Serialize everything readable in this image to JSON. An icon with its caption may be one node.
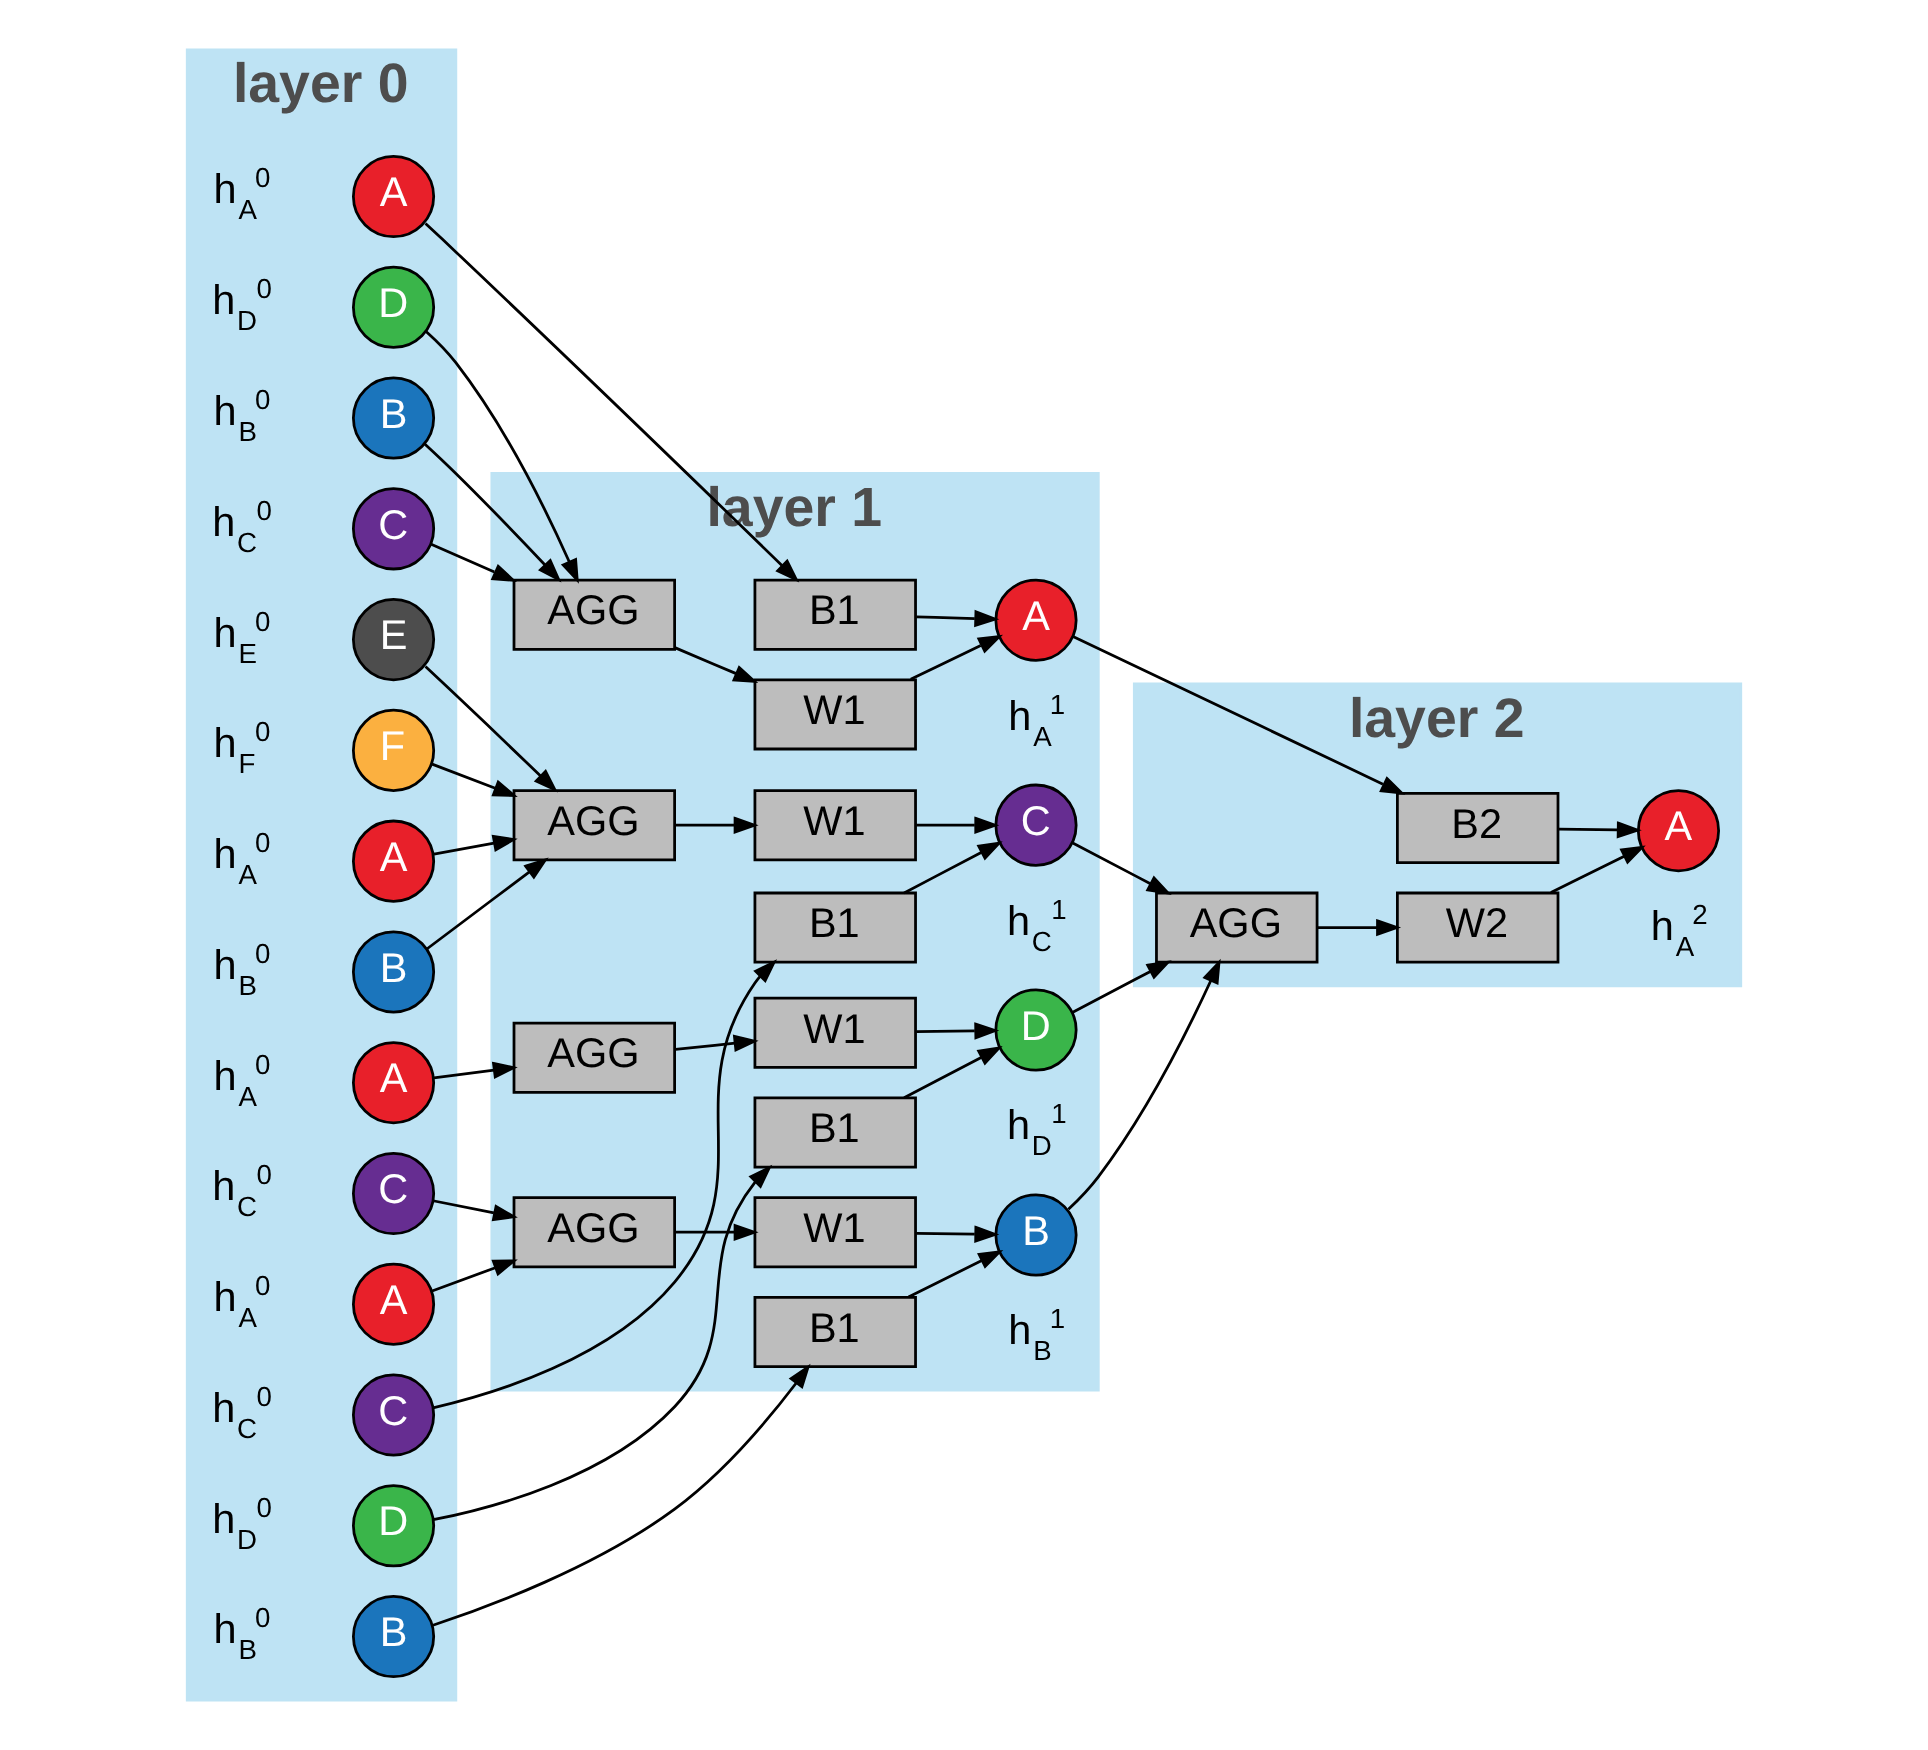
{
  "diagram": {
    "nodes": [
      {
        "text": [
          "layer 0"
        ]
      },
      {
        "text": [
          "layer 1"
        ]
      },
      {
        "text": [
          "layer 2"
        ]
      },
      {
        "text": [
          "A"
        ],
        "beside": [
          "h$_{A}$$^{0}$"
        ],
        "in": 0
      },
      {
        "text": [
          "D"
        ],
        "beside": [
          "h$_{D}$$^{0}$"
        ],
        "in": 0
      },
      {
        "text": [
          "B"
        ],
        "beside": [
          "h$_{B}$$^{0}$"
        ],
        "in": 0
      },
      {
        "text": [
          "C"
        ],
        "beside": [
          "h$_{C}$$^{0}$"
        ],
        "in": 0
      },
      {
        "text": [
          "B"
        ],
        "beside": [
          "h$_{B}$$^{0}$"
        ],
        "in": 0
      },
      {
        "text": [
          "A"
        ],
        "beside": [
          "h$_{A}$$^{0}$"
        ],
        "in": 0
      },
      {
        "text": [
          "C"
        ],
        "beside": [
          "h$_{C}$$^{0}$"
        ],
        "in": 0
      },
      {
        "text": [
          "C"
        ],
        "beside": [
          "h$_{C}$$^{0}$"
        ],
        "in": 0
      },
      {
        "text": [
          "A"
        ],
        "beside": [
          "h$_{A}$$^{0}$"
        ],
        "in": 0
      },
      {
        "text": [
          "B"
        ],
        "beside": [
          "h$_{B}$$^{0}$"
        ],
        "in": 0
      },
      {
        "text": [
          "E"
        ],
        "beside": [
          "h$_{E}$$^{0}$"
        ],
        "in": 0
      },
      {
        "text": [
          "F"
        ],
        "beside": [
          "h$_{F}$$^{0}$"
        ],
        "in": 0
      },
      {
        "text": [
          "D"
        ],
        "beside": [
          "h$_{D}$$^{0}$"
        ],
        "in": 0
      },
      {
        "text": [
          "A"
        ],
        "beside": [
          "h$_{A}$$^{0}$"
        ],
        "in": 0
      },
      {
        "text": [
          "B1"
        ],
        "in": 1
      },
      {
        "text": [
          "AGG"
        ],
        "in": 1
      },
      {
        "text": [
          "W1"
        ],
        "in": 1
      },
      {
        "text": [
          "A"
        ],
        "beside": [
          "h$_{A}$$^{1}$"
        ],
        "in": 1
      },
      {
        "text": [
          "B1"
        ],
        "in": 1
      },
      {
        "text": [
          "AGG"
        ],
        "in": 1
      },
      {
        "text": [
          "W1"
        ],
        "in": 1
      },
      {
        "text": [
          "B"
        ],
        "beside": [
          "h$_{B}$$^{1}$"
        ],
        "in": 1
      },
      {
        "text": [
          "B1"
        ],
        "in": 1
      },
      {
        "text": [
          "AGG"
        ],
        "in": 1
      },
      {
        "text": [
          "W1"
        ],
        "in": 1
      },
      {
        "text": [
          "C"
        ],
        "beside": [
          "h$_{C}$$^{1}$"
        ],
        "in": 1
      },
      {
        "text": [
          "B1"
        ],
        "in": 1
      },
      {
        "text": [
          "AGG"
        ],
        "in": 1
      },
      {
        "text": [
          "W1"
        ],
        "in": 1
      },
      {
        "text": [
          "D"
        ],
        "beside": [
          "h$_{D}$$^{1}$"
        ],
        "in": 1
      },
      {
        "text": [
          "B2"
        ],
        "in": 2
      },
      {
        "text": [
          "AGG"
        ],
        "in": 2
      },
      {
        "text": [
          "W2"
        ],
        "in": 2
      },
      {
        "text": [
          "A"
        ],
        "beside": [
          "h$_{A}$$^{2}$"
        ],
        "in": 2
      }
    ],
    "edges": [
      {
        "from": 3,
        "to": 17,
        "arrow": "to"
      },
      {
        "from": 4,
        "to": 18,
        "arrow": "to"
      },
      {
        "from": 5,
        "to": 18,
        "arrow": "to"
      },
      {
        "from": 6,
        "to": 18,
        "arrow": "to"
      },
      {
        "from": 18,
        "to": 19,
        "arrow": "to"
      },
      {
        "from": 19,
        "to": 20,
        "arrow": "to"
      },
      {
        "from": 17,
        "to": 20,
        "arrow": "to"
      },
      {
        "from": 7,
        "to": 21,
        "arrow": "to"
      },
      {
        "from": 8,
        "to": 22,
        "arrow": "to"
      },
      {
        "from": 9,
        "to": 22,
        "arrow": "to"
      },
      {
        "from": 22,
        "to": 23,
        "arrow": "to"
      },
      {
        "from": 23,
        "to": 24,
        "arrow": "to"
      },
      {
        "from": 21,
        "to": 24,
        "arrow": "to"
      },
      {
        "from": 10,
        "to": 25,
        "arrow": "to"
      },
      {
        "from": 11,
        "to": 26,
        "arrow": "to"
      },
      {
        "from": 12,
        "to": 26,
        "arrow": "to"
      },
      {
        "from": 13,
        "to": 26,
        "arrow": "to"
      },
      {
        "from": 14,
        "to": 26,
        "arrow": "to"
      },
      {
        "from": 26,
        "to": 27,
        "arrow": "to"
      },
      {
        "from": 27,
        "to": 28,
        "arrow": "to"
      },
      {
        "from": 25,
        "to": 28,
        "arrow": "to"
      },
      {
        "from": 15,
        "to": 29,
        "arrow": "to"
      },
      {
        "from": 16,
        "to": 30,
        "arrow": "to"
      },
      {
        "from": 30,
        "to": 31,
        "arrow": "to"
      },
      {
        "from": 31,
        "to": 32,
        "arrow": "to"
      },
      {
        "from": 29,
        "to": 32,
        "arrow": "to"
      },
      {
        "from": 20,
        "to": 33,
        "arrow": "to"
      },
      {
        "from": 24,
        "to": 34,
        "arrow": "to"
      },
      {
        "from": 28,
        "to": 34,
        "arrow": "to"
      },
      {
        "from": 32,
        "to": 34,
        "arrow": "to"
      },
      {
        "from": 34,
        "to": 35,
        "arrow": "to"
      },
      {
        "from": 35,
        "to": 36,
        "arrow": "to"
      },
      {
        "from": 33,
        "to": 36,
        "arrow": "to"
      }
    ]
  }
}
